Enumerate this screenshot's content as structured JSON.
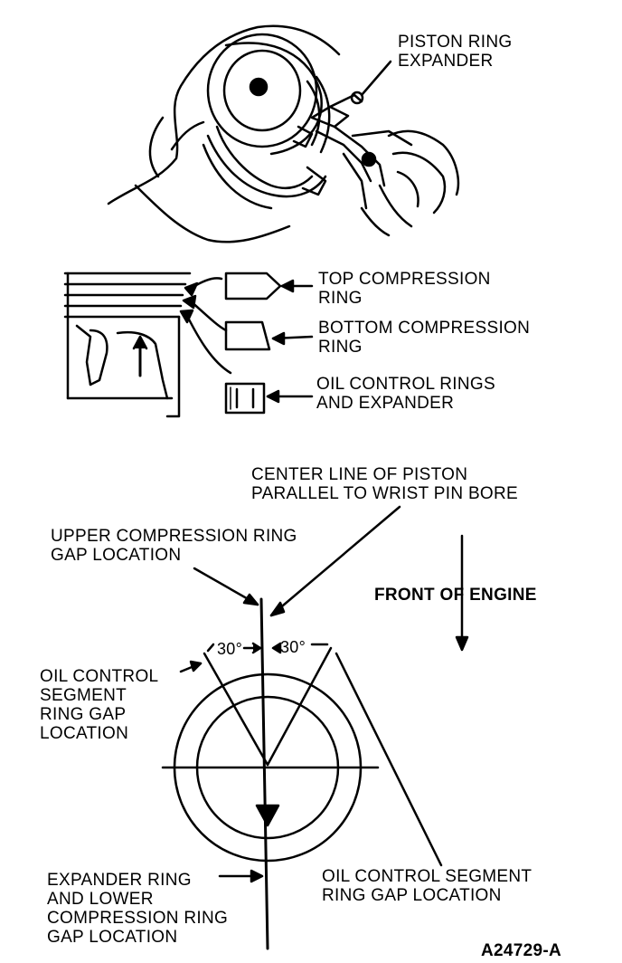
{
  "labels": {
    "piston_ring_expander": [
      "PISTON RING",
      "EXPANDER"
    ],
    "top_compression_ring": [
      "TOP COMPRESSION",
      "RING"
    ],
    "bottom_compression_ring": [
      "BOTTOM COMPRESSION",
      "RING"
    ],
    "oil_control_rings": [
      "OIL CONTROL RINGS",
      "AND EXPANDER"
    ],
    "center_line": [
      "CENTER LINE OF PISTON",
      "PARALLEL TO WRIST PIN BORE"
    ],
    "upper_compression_gap": [
      "UPPER COMPRESSION RING",
      "GAP LOCATION"
    ],
    "front_of_engine": "FRONT OF ENGINE",
    "angle_left": "30°",
    "angle_right": "30°",
    "oil_segment_left": [
      "OIL CONTROL",
      "SEGMENT",
      "RING GAP",
      "LOCATION"
    ],
    "oil_segment_right": [
      "OIL CONTROL SEGMENT",
      "RING GAP LOCATION"
    ],
    "expander_lower_gap": [
      "EXPANDER RING",
      "AND LOWER",
      "COMPRESSION RING",
      "GAP LOCATION"
    ],
    "figure_id": "A24729-A"
  }
}
